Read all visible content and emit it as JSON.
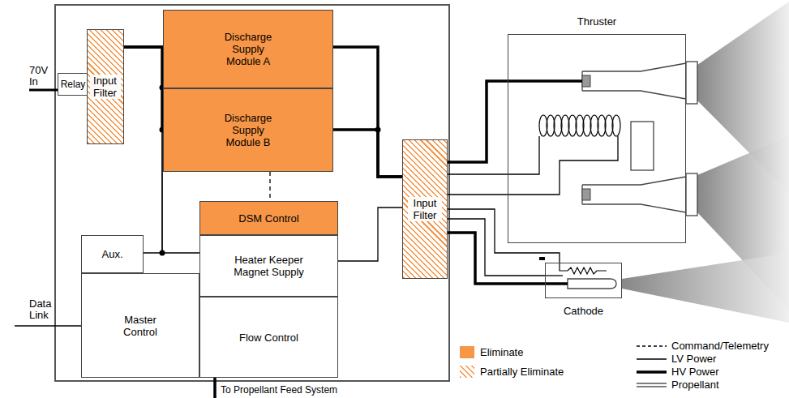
{
  "diagram": {
    "nodes": [
      {
        "text": [
          "Relay"
        ]
      },
      {
        "text": [
          "Input Filter"
        ]
      },
      {
        "text": [
          "Discharge Supply Module A"
        ]
      },
      {
        "text": [
          "Discharge Supply Module B"
        ]
      },
      {
        "text": [
          "DSM Control"
        ]
      },
      {
        "text": [
          "Aux."
        ]
      },
      {
        "text": [
          "Heater Keeper Magnet Supply"
        ]
      },
      {
        "text": [
          "Master Control"
        ]
      },
      {
        "text": [
          "Flow Control"
        ]
      },
      {
        "text": [
          "Input Filter"
        ]
      },
      {
        "text": [
          "Thruster"
        ]
      },
      {
        "text": [
          "Cathode"
        ]
      }
    ],
    "edges": [
      {
        "from": 1,
        "to": 2,
        "arrow": "none"
      },
      {
        "from": 1,
        "to": 3,
        "arrow": "none"
      },
      {
        "from": 1,
        "to": 5,
        "arrow": "none"
      },
      {
        "from": 1,
        "to": 6,
        "arrow": "none"
      },
      {
        "from": 2,
        "to": 9,
        "arrow": "none"
      },
      {
        "from": 3,
        "to": 9,
        "arrow": "none"
      },
      {
        "from": 3,
        "to": 4,
        "arrow": "none"
      },
      {
        "from": 6,
        "to": 9,
        "arrow": "none"
      },
      {
        "from": 9,
        "to": 10,
        "arrow": "none"
      },
      {
        "from": 9,
        "to": 10,
        "arrow": "none"
      },
      {
        "from": 9,
        "to": 10,
        "arrow": "none"
      },
      {
        "from": 9,
        "to": 11,
        "arrow": "none"
      },
      {
        "from": 9,
        "to": 11,
        "arrow": "none"
      },
      {
        "from": 9,
        "to": 11,
        "arrow": "none"
      }
    ],
    "labels": [
      "70V In",
      "Data Link",
      "To Propellant Feed System"
    ],
    "legend": [
      {
        "text": "Eliminate",
        "color": "#f79646"
      },
      {
        "text": "Partially Eliminate"
      },
      {
        "text": "Command/Telemetry"
      },
      {
        "text": "LV Power"
      },
      {
        "text": "HV Power"
      },
      {
        "text": "Propellant"
      }
    ]
  }
}
